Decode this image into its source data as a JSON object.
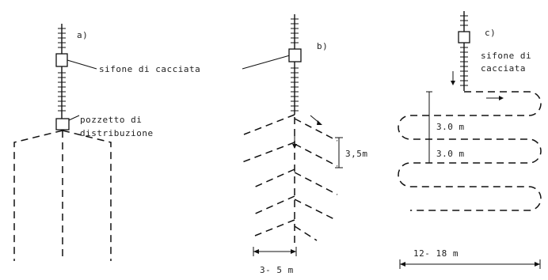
{
  "panel_a": {
    "label": "a)",
    "siphon_label": "sifone di cacciata",
    "manifold_label_line1": "pozzetto di",
    "manifold_label_line2": "distribuzione"
  },
  "panel_b": {
    "label": "b)",
    "branch_spacing": "3,5m",
    "width_dimension": "3- 5 m"
  },
  "panel_c": {
    "label": "c)",
    "siphon_label_line1": "sifone di",
    "siphon_label_line2": "cacciata",
    "pitch_1": "3.0 m",
    "pitch_2": "3.0 m",
    "width_dimension": "12- 18 m"
  }
}
